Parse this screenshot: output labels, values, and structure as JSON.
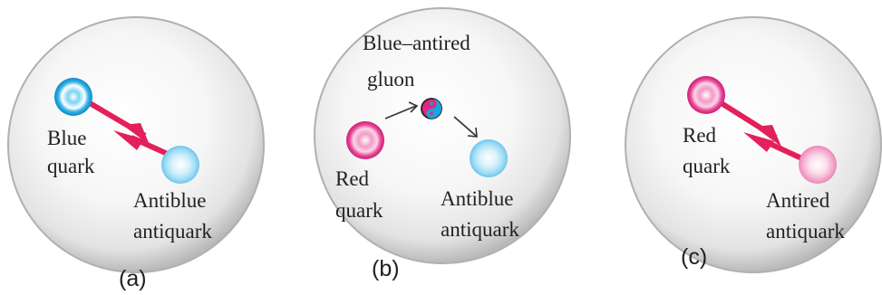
{
  "colors": {
    "blue_quark": "#1aa3dc",
    "antiblue_antiquark": "#8fd6f2",
    "red_quark": "#e2287e",
    "antired_antiquark": "#f08fbf",
    "force_arrow": "#e4205a",
    "hadron_sphere": "#c9c9c9",
    "text": "#231f20"
  },
  "panel_a": {
    "caption": "(a)",
    "quark_label_line1": "Blue",
    "quark_label_line2": "quark",
    "antiquark_label_line1": "Antiblue",
    "antiquark_label_line2": "antiquark"
  },
  "panel_b": {
    "caption": "(b)",
    "gluon_label_line1": "Blue–antired",
    "gluon_label_line2": "gluon",
    "quark_label_line1": "Red",
    "quark_label_line2": "quark",
    "antiquark_label_line1": "Antiblue",
    "antiquark_label_line2": "antiquark"
  },
  "panel_c": {
    "caption": "(c)",
    "quark_label_line1": "Red",
    "quark_label_line2": "quark",
    "antiquark_label_line1": "Antired",
    "antiquark_label_line2": "antiquark"
  }
}
